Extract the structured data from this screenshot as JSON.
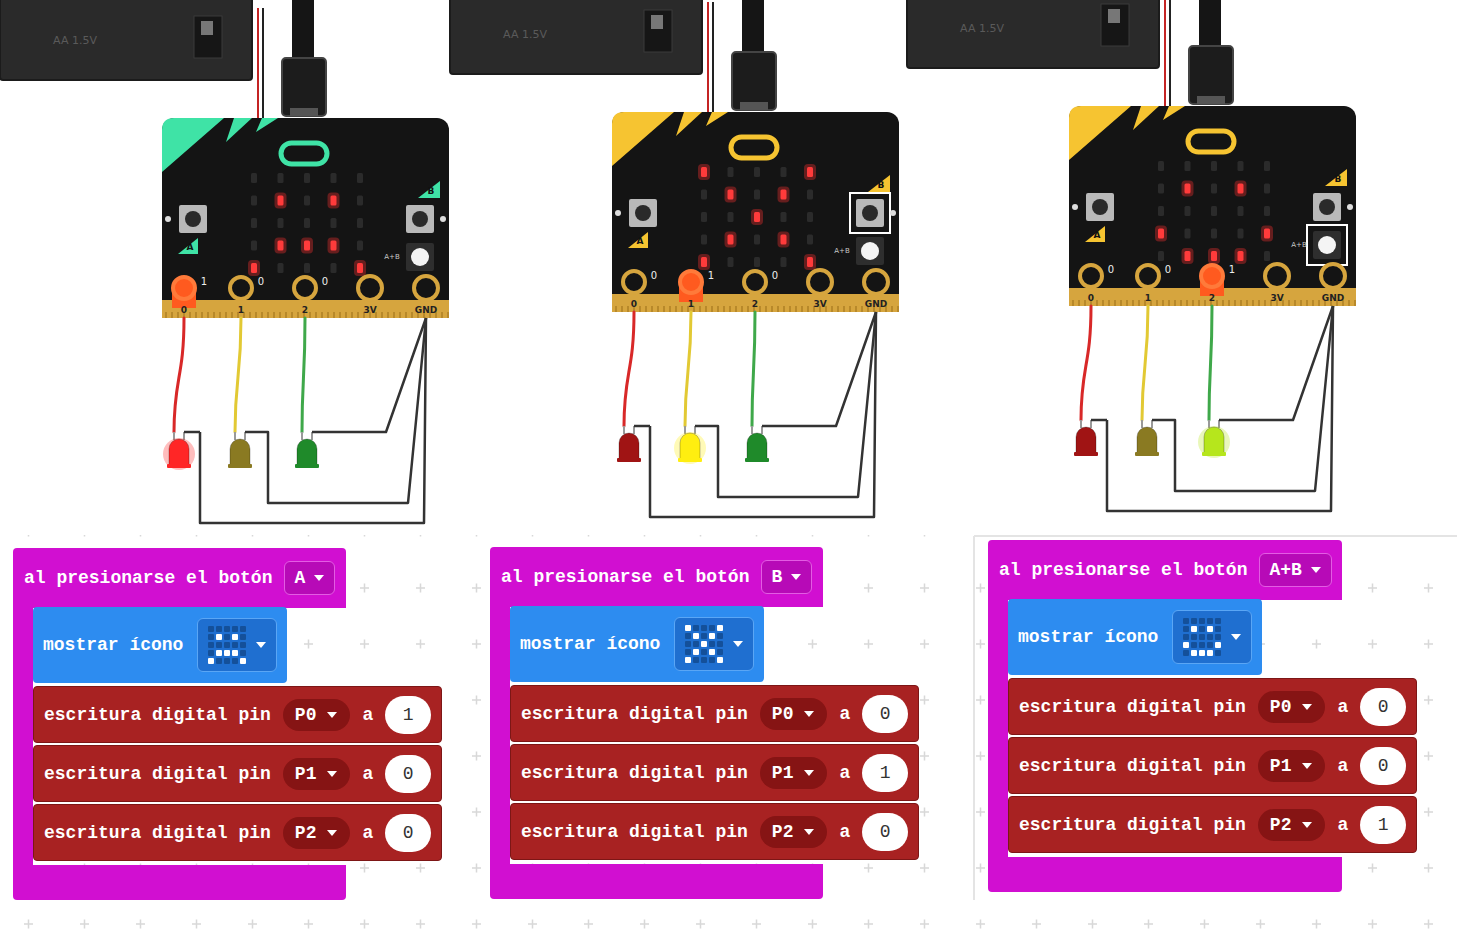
{
  "diagram": {
    "nodes": [
      {
        "text": [
          "al presionarse el botón",
          "A"
        ]
      },
      {
        "text": [
          "mostrar ícono"
        ],
        "in": 0
      },
      {
        "text": [
          "escritura digital pin",
          "P0",
          "a",
          "1"
        ],
        "in": 0
      },
      {
        "text": [
          "escritura digital pin",
          "P1",
          "a",
          "0"
        ],
        "in": 0
      },
      {
        "text": [
          "escritura digital pin",
          "P2",
          "a",
          "0"
        ],
        "in": 0
      },
      {
        "text": [
          "al presionarse el botón",
          "B"
        ]
      },
      {
        "text": [
          "mostrar ícono"
        ],
        "in": 5
      },
      {
        "text": [
          "escritura digital pin",
          "P0",
          "a",
          "0"
        ],
        "in": 5
      },
      {
        "text": [
          "escritura digital pin",
          "P1",
          "a",
          "1"
        ],
        "in": 5
      },
      {
        "text": [
          "escritura digital pin",
          "P2",
          "a",
          "0"
        ],
        "in": 5
      },
      {
        "text": [
          "al presionarse el botón",
          "A+B"
        ]
      },
      {
        "text": [
          "mostrar ícono"
        ],
        "in": 10
      },
      {
        "text": [
          "escritura digital pin",
          "P0",
          "a",
          "0"
        ],
        "in": 10
      },
      {
        "text": [
          "escritura digital pin",
          "P1",
          "a",
          "0"
        ],
        "in": 10
      },
      {
        "text": [
          "escritura digital pin",
          "P2",
          "a",
          "1"
        ],
        "in": 10
      }
    ],
    "labels": [
      "AA 1.5V",
      "A",
      "B",
      "A+B",
      "0",
      "1",
      "2",
      "3V",
      "GND",
      "1",
      "0",
      "0",
      "AA 1.5V",
      "A",
      "B",
      "A+B",
      "0",
      "1",
      "2",
      "3V",
      "GND",
      "0",
      "1",
      "0",
      "AA 1.5V",
      "A",
      "B",
      "A+B",
      "0",
      "1",
      "2",
      "3V",
      "GND",
      "0",
      "0",
      "1"
    ]
  }
}
